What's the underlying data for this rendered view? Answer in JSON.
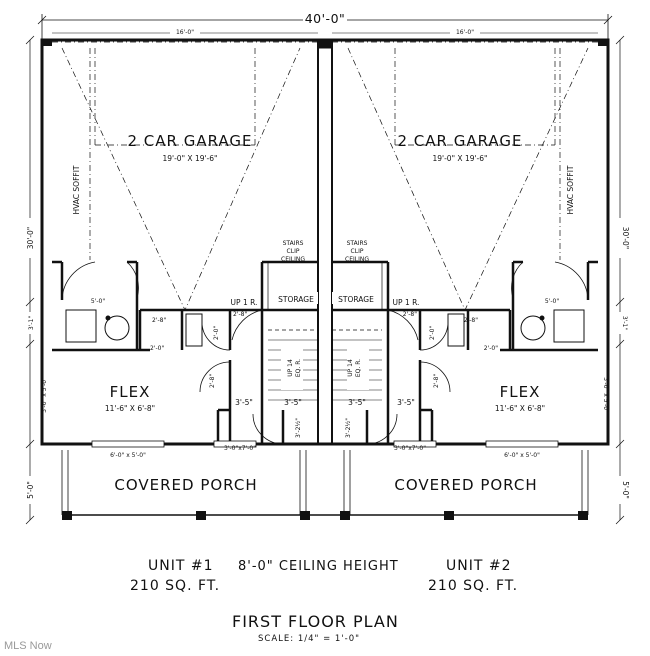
{
  "dimensions": {
    "overall_width": "40'-0\"",
    "garage_width_left": "16'-0\"",
    "garage_width_right": "16'-0\"",
    "depth_left": "30'-0\"",
    "depth_right": "30'-0\"",
    "porch_depth_left": "5'-0\"",
    "porch_depth_right": "5'-0\"",
    "jog_left": "3'-1\"",
    "jog_right": "3'-1\"",
    "flex_side_left": "3'-0\" x 5'-0\"",
    "flex_side_right": "3'-0\" x 5'-0\""
  },
  "unit1": {
    "garage_label": "2 CAR GARAGE",
    "garage_size": "19'-0\" X 19'-6\"",
    "hvac_label": "HVAC SOFFIT",
    "flex_label": "FLEX",
    "flex_size": "11'-6\" X 6'-8\"",
    "porch_label": "COVERED PORCH",
    "storage_label": "STORAGE",
    "up_label": "UP 1 R.",
    "stairs_note": [
      "STAIRS",
      "CLIP",
      "CEILING"
    ],
    "stair_text": [
      "UP 14",
      "EQ. R."
    ],
    "dim_door_1": "2'-8\"",
    "dim_door_2": "2'-0\"",
    "dim_door_3": "2'-0\"",
    "dim_door_4": "2'-8\"",
    "dim_hall": "3'-5\"",
    "dim_hall_2": "3'-5\"",
    "dim_stair": "3'-2½\"",
    "dim_window": "6'-0\" x 5'-0\"",
    "dim_door_front": "3'-0\"x7'-0\"",
    "dim_wh": "5'-0\""
  },
  "unit2": {
    "garage_label": "2 CAR GARAGE",
    "garage_size": "19'-0\" X 19'-6\"",
    "hvac_label": "HVAC SOFFIT",
    "flex_label": "FLEX",
    "flex_size": "11'-6\" X 6'-8\"",
    "porch_label": "COVERED PORCH",
    "storage_label": "STORAGE",
    "up_label": "UP 1 R.",
    "stairs_note": [
      "STAIRS",
      "CLIP",
      "CEILING"
    ],
    "stair_text": [
      "UP 14",
      "EQ. R."
    ],
    "dim_door_1": "2'-8\"",
    "dim_door_2": "2'-0\"",
    "dim_door_3": "2'-0\"",
    "dim_door_4": "2'-8\"",
    "dim_hall": "3'-5\"",
    "dim_hall_2": "3'-5\"",
    "dim_stair": "3'-2½\"",
    "dim_window": "6'-0\" x 5'-0\"",
    "dim_door_front": "3'-0\"x7'-0\"",
    "dim_wh": "5'-0\""
  },
  "summary": {
    "unit1_name": "UNIT #1",
    "unit1_area": "210 SQ. FT.",
    "ceiling": "8'-0\" CEILING HEIGHT",
    "unit2_name": "UNIT #2",
    "unit2_area": "210 SQ. FT."
  },
  "title": {
    "main": "FIRST FLOOR PLAN",
    "scale": "SCALE: 1/4\" = 1'-0\""
  },
  "watermark": "MLS Now"
}
